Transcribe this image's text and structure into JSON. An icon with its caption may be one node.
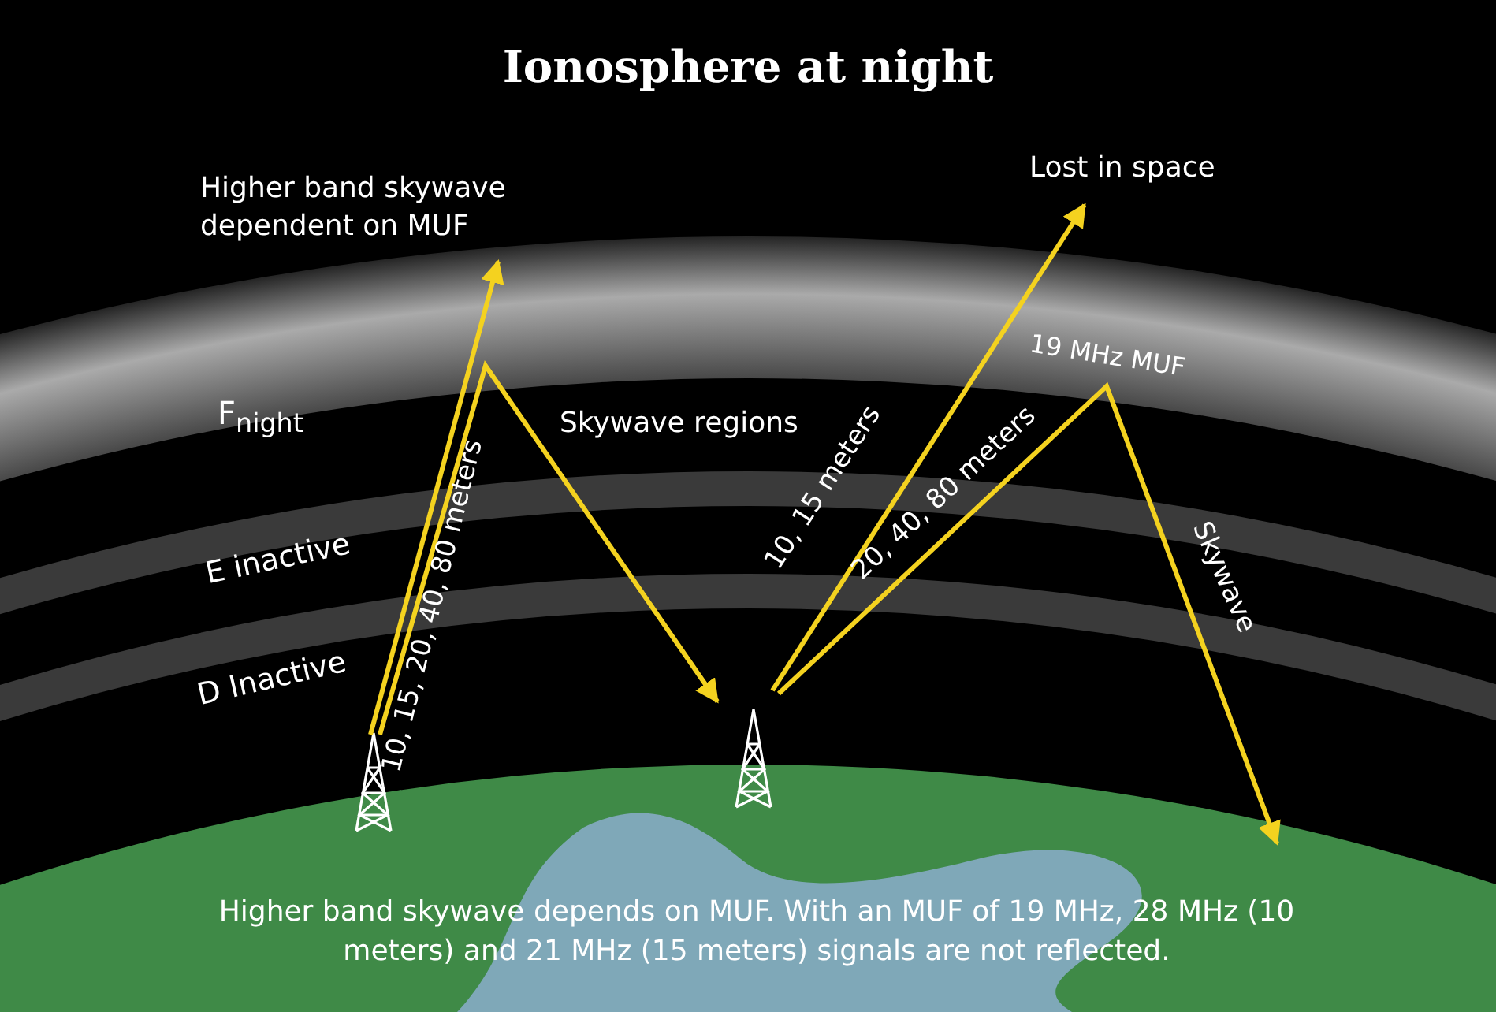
{
  "diagram": {
    "title": "Ionosphere at night",
    "caption": "Higher band skywave depends on MUF. With an MUF of 19 MHz, 28 MHz (10 meters) and 21 MHz (15 meters) signals are not reflected.",
    "nodes": [
      {
        "text": [
          "Higher band skywave dependent on MUF"
        ]
      },
      {
        "text": [
          "Lost in space"
        ]
      },
      {
        "text": [],
        "shape": "picture"
      },
      {
        "text": [],
        "shape": "picture"
      }
    ],
    "edges": [
      {
        "from": 2,
        "to": 0,
        "arrow": "to"
      },
      {
        "from": 2,
        "to": 3,
        "arrow": "to"
      },
      {
        "from": 3,
        "to": 1,
        "arrow": "to",
        "label": "10, 15 meters"
      },
      {
        "from": 3,
        "to": null,
        "arrow": "to",
        "label": "20, 40, 80 meters"
      }
    ],
    "labels": [
      "F$_{night}$",
      "Skywave regions",
      "19 MHz MUF",
      "E  inactive",
      "D  Inactive",
      "10, 15, 20, 40, 80 meters",
      "Skywave"
    ]
  }
}
